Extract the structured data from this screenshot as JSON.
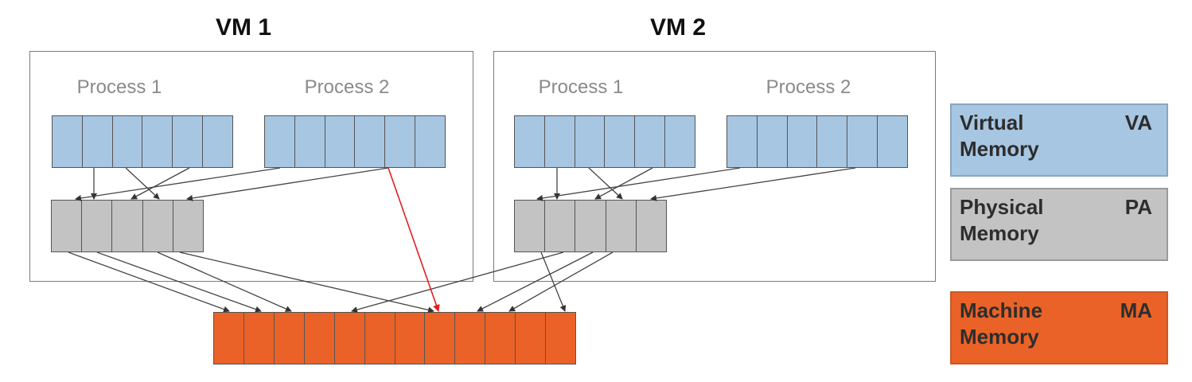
{
  "vms": [
    {
      "title": "VM 1",
      "process_labels": [
        "Process 1",
        "Process 2"
      ]
    },
    {
      "title": "VM 2",
      "process_labels": [
        "Process 1",
        "Process 2"
      ]
    }
  ],
  "legend": [
    {
      "name": "Virtual Memory",
      "abbr": "VA"
    },
    {
      "name": "Physical Memory",
      "abbr": "PA"
    },
    {
      "name": "Machine Memory",
      "abbr": "MA"
    }
  ],
  "colors": {
    "virtual": "#a7c6e2",
    "physical": "#c3c3c3",
    "machine": "#ea6227",
    "highlight_arrow": "#e02020"
  }
}
